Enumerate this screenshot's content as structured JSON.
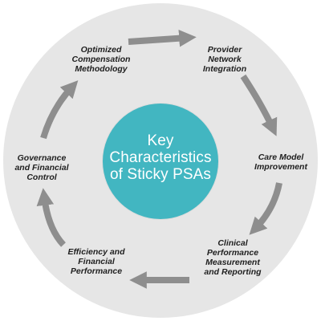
{
  "center": {
    "title": "Key\nCharacteristics\nof Sticky PSAs"
  },
  "items": [
    {
      "label": "Optimized\nCompensation\nMethodology"
    },
    {
      "label": "Provider\nNetwork\nIntegration"
    },
    {
      "label": "Care Model\nImprovement"
    },
    {
      "label": "Clinical\nPerformance\nMeasurement\nand Reporting"
    },
    {
      "label": "Efficiency and\nFinancial\nPerformance"
    },
    {
      "label": "Governance\nand Financial\nControl"
    }
  ],
  "colors": {
    "ring": "#e6e6e6",
    "center": "#42b6c1",
    "arrow": "#8e8e8e",
    "label_text": "#1f1f1f",
    "center_text": "#ffffff"
  }
}
